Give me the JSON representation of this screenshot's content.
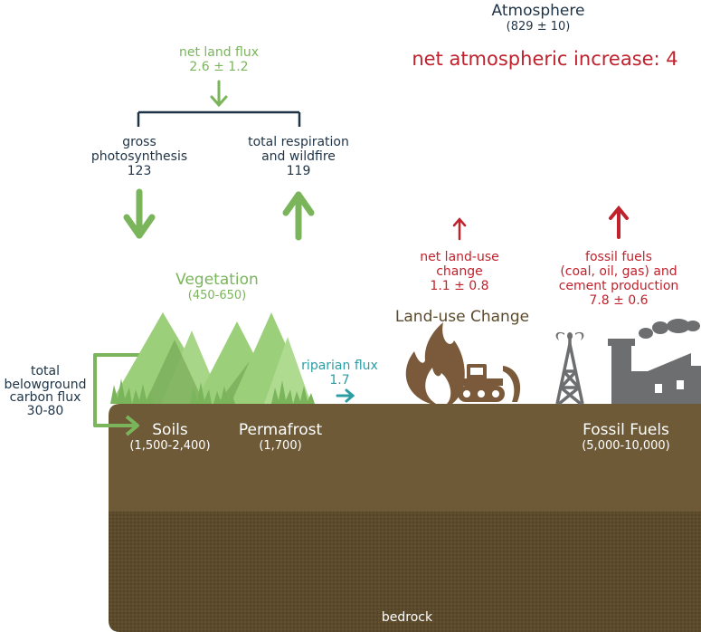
{
  "atmosphere": {
    "title": "Atmosphere",
    "value": "(829 ± 10)"
  },
  "net_increase": "net atmospheric increase: 4",
  "net_land_flux": {
    "label": "net land flux",
    "value": "2.6 ± 1.2"
  },
  "photosynthesis": {
    "label": "gross\nphotosynthesis",
    "value": "123"
  },
  "respiration": {
    "label": "total respiration\nand wildfire",
    "value": "119"
  },
  "vegetation": {
    "title": "Vegetation",
    "value": "(450-650)"
  },
  "land_use_flux": {
    "label": "net land-use\nchange",
    "value": "1.1 ± 0.8"
  },
  "fossil_flux": {
    "label": "fossil fuels\n(coal, oil, gas) and\ncement production",
    "value": "7.8 ± 0.6"
  },
  "land_use_change": "Land-use Change",
  "riparian": {
    "label": "riparian flux",
    "value": "1.7"
  },
  "belowground": {
    "label": "total\nbelowground\ncarbon flux",
    "value": "30-80"
  },
  "soils": {
    "title": "Soils",
    "value": "(1,500-2,400)"
  },
  "permafrost": {
    "title": "Permafrost",
    "value": "(1,700)"
  },
  "fossil_fuels": {
    "title": "Fossil Fuels",
    "value": "(5,000-10,000)"
  },
  "bedrock": "bedrock",
  "colors": {
    "navy": "#1e3346",
    "green": "#7ab55c",
    "red": "#c0222d",
    "teal": "#2c9ea3",
    "soil": "#6e5a37",
    "bedrock": "#5b4a2c",
    "industry": "#6d6e70"
  }
}
